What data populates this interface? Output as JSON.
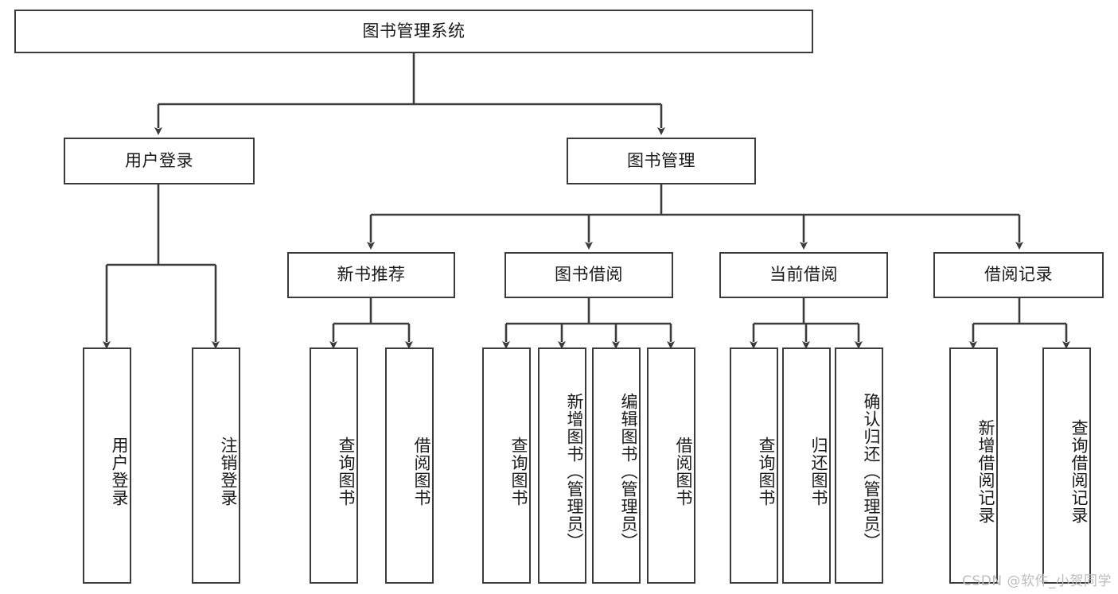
{
  "diagram": {
    "title_node": {
      "label": "图书管理系统"
    },
    "level2": [
      {
        "id": "user-login",
        "label": "用户登录"
      },
      {
        "id": "book-manage",
        "label": "图书管理"
      }
    ],
    "level3": [
      {
        "id": "new-book-recommend",
        "label": "新书推荐"
      },
      {
        "id": "book-borrow",
        "label": "图书借阅"
      },
      {
        "id": "current-borrow",
        "label": "当前借阅"
      },
      {
        "id": "borrow-record",
        "label": "借阅记录"
      }
    ],
    "leaves": {
      "user_login": [
        {
          "id": "leaf-user-login",
          "label": "用户登录"
        },
        {
          "id": "leaf-user-logout",
          "label": "注销登录"
        }
      ],
      "new_book_recommend": [
        {
          "id": "leaf-query-book-1",
          "label": "查询图书"
        },
        {
          "id": "leaf-borrow-book-1",
          "label": "借阅图书"
        }
      ],
      "book_borrow": [
        {
          "id": "leaf-query-book-2",
          "label": "查询图书"
        },
        {
          "id": "leaf-add-book",
          "label": "新增图书（管理员）"
        },
        {
          "id": "leaf-edit-book",
          "label": "编辑图书（管理员）"
        },
        {
          "id": "leaf-borrow-book-2",
          "label": "借阅图书"
        }
      ],
      "current_borrow": [
        {
          "id": "leaf-query-book-3",
          "label": "查询图书"
        },
        {
          "id": "leaf-return-book",
          "label": "归还图书"
        },
        {
          "id": "leaf-confirm-return",
          "label": "确认归还（管理员）"
        }
      ],
      "borrow_record": [
        {
          "id": "leaf-add-record",
          "label": "新增借阅记录"
        },
        {
          "id": "leaf-query-record",
          "label": "查询借阅记录"
        }
      ]
    },
    "watermark": "CSDN @软件_小贺同学",
    "colors": {
      "line": "#3b3b3d",
      "box_fill": "#ffffff",
      "text": "#1a1a1a",
      "watermark": "#bcbcbc"
    }
  }
}
